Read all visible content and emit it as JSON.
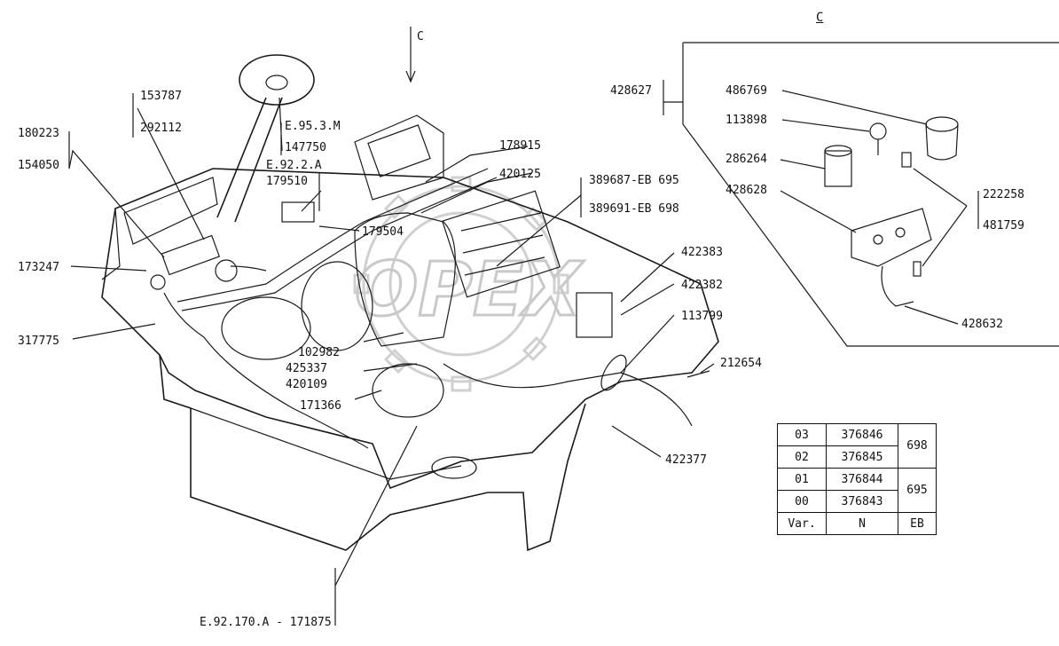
{
  "section_view_marker": "C",
  "section_title": "C",
  "watermark": "OPEX",
  "labels": {
    "p153787": "153787",
    "p292112": "292112",
    "p180223": "180223",
    "p154050": "154050",
    "p173247": "173247",
    "p317775": "317775",
    "pE953M": "E.95.3.M",
    "p147750": "147750",
    "pE922A": "E.92.2.A",
    "p179510": "179510",
    "p179504": "179504",
    "p178915": "178915",
    "p420125": "420125",
    "p389687": "389687-EB 695",
    "p389691": "389691-EB 698",
    "p422383": "422383",
    "p422382": "422382",
    "p113799": "113799",
    "p102982": "102982",
    "p425337": "425337",
    "p420109": "420109",
    "p171366": "171366",
    "p212654": "212654",
    "p422377": "422377",
    "pE92170A": "E.92.170.A - 171875",
    "p428627": "428627",
    "p486769": "486769",
    "p113898": "113898",
    "p286264": "286264",
    "p428628": "428628",
    "p222258": "222258",
    "p481759": "481759",
    "p428632": "428632"
  },
  "variants_table": {
    "rows": [
      {
        "var": "03",
        "n": "376846",
        "eb": "698"
      },
      {
        "var": "02",
        "n": "376845",
        "eb": ""
      },
      {
        "var": "01",
        "n": "376844",
        "eb": "695"
      },
      {
        "var": "00",
        "n": "376843",
        "eb": ""
      }
    ],
    "header": {
      "var": "Var.",
      "n": "N",
      "eb": "EB"
    }
  }
}
